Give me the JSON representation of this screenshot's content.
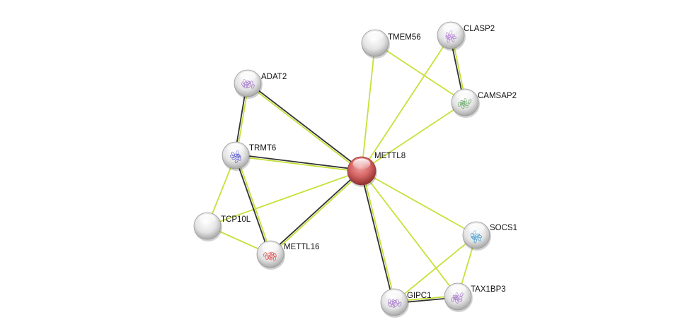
{
  "network": {
    "query_color": "#d9534f",
    "node_color": "#e6e6e6",
    "edge_colors": {
      "textmining": "#c8e03a",
      "coexpression": "#333333"
    },
    "nodes": [
      {
        "id": "METTL8",
        "query": true,
        "structure": null
      },
      {
        "id": "TMEM56",
        "structure": null
      },
      {
        "id": "CLASP2",
        "structure": "#b07ad6"
      },
      {
        "id": "CAMSAP2",
        "structure": "#6aa86a"
      },
      {
        "id": "ADAT2",
        "structure": "#a070c8"
      },
      {
        "id": "TRMT6",
        "structure": "#5a5ad0"
      },
      {
        "id": "TCP10L",
        "structure": null
      },
      {
        "id": "METTL16",
        "structure": "#e05050"
      },
      {
        "id": "SOCS1",
        "structure": "#3a9ad0"
      },
      {
        "id": "TAX1BP3",
        "structure": "#a070c8"
      },
      {
        "id": "GIPC1",
        "structure": "#a070c8"
      }
    ],
    "edges": [
      {
        "a": "METTL8",
        "b": "TMEM56",
        "types": [
          "textmining"
        ]
      },
      {
        "a": "METTL8",
        "b": "CLASP2",
        "types": [
          "textmining"
        ]
      },
      {
        "a": "METTL8",
        "b": "CAMSAP2",
        "types": [
          "textmining"
        ]
      },
      {
        "a": "METTL8",
        "b": "ADAT2",
        "types": [
          "textmining",
          "coexpression"
        ]
      },
      {
        "a": "METTL8",
        "b": "TRMT6",
        "types": [
          "textmining",
          "coexpression"
        ]
      },
      {
        "a": "METTL8",
        "b": "TCP10L",
        "types": [
          "textmining"
        ]
      },
      {
        "a": "METTL8",
        "b": "METTL16",
        "types": [
          "textmining",
          "coexpression"
        ]
      },
      {
        "a": "METTL8",
        "b": "SOCS1",
        "types": [
          "textmining"
        ]
      },
      {
        "a": "METTL8",
        "b": "TAX1BP3",
        "types": [
          "textmining"
        ]
      },
      {
        "a": "METTL8",
        "b": "GIPC1",
        "types": [
          "textmining",
          "coexpression"
        ]
      },
      {
        "a": "TMEM56",
        "b": "CAMSAP2",
        "types": [
          "textmining"
        ]
      },
      {
        "a": "CLASP2",
        "b": "CAMSAP2",
        "types": [
          "textmining",
          "coexpression"
        ]
      },
      {
        "a": "ADAT2",
        "b": "TRMT6",
        "types": [
          "textmining",
          "coexpression"
        ]
      },
      {
        "a": "TRMT6",
        "b": "TCP10L",
        "types": [
          "textmining"
        ]
      },
      {
        "a": "TRMT6",
        "b": "METTL16",
        "types": [
          "textmining",
          "coexpression"
        ]
      },
      {
        "a": "TCP10L",
        "b": "METTL16",
        "types": [
          "textmining"
        ]
      },
      {
        "a": "SOCS1",
        "b": "TAX1BP3",
        "types": [
          "textmining"
        ]
      },
      {
        "a": "SOCS1",
        "b": "GIPC1",
        "types": [
          "textmining"
        ]
      },
      {
        "a": "GIPC1",
        "b": "TAX1BP3",
        "types": [
          "textmining",
          "coexpression"
        ]
      }
    ]
  }
}
